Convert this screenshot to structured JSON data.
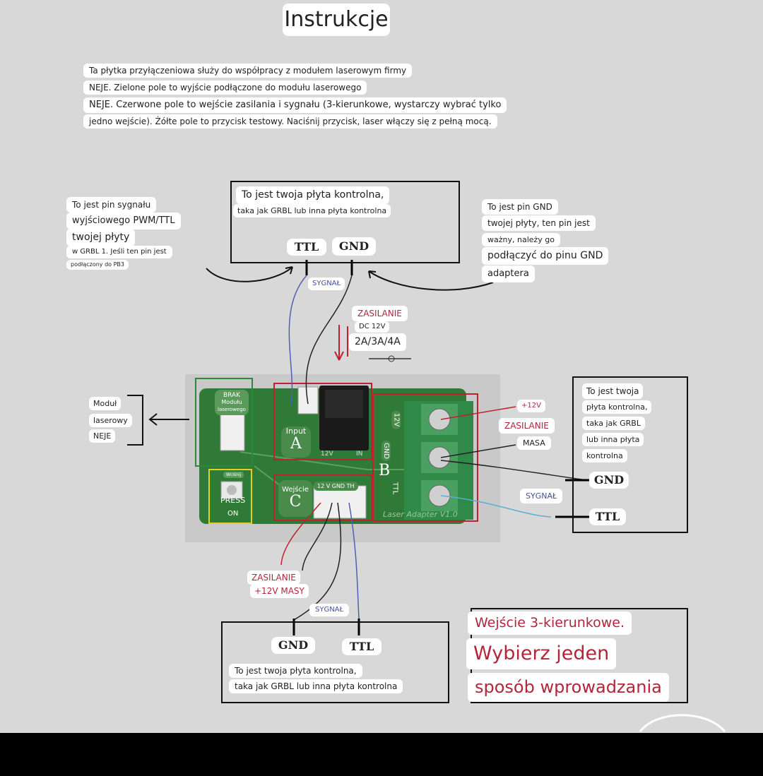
{
  "title": "Instrukcje",
  "intro_lines": [
    "Ta płytka przyłączeniowa służy do współpracy z modułem laserowym firmy",
    "NEJE. Zielone pole to wyjście podłączone do modułu laserowego",
    "NEJE. Czerwone pole to wejście zasilania i sygnału (3-kierunkowe, wystarczy wybrać tylko",
    "jedno wejście). Żółte pole to przycisk testowy. Naciśnij przycisk, laser włączy się z pełną mocą."
  ],
  "top_board": {
    "line1": "To jest twoja płyta kontrolna,",
    "line2": "taka jak GRBL lub inna płyta kontrolna",
    "ttl": "TTL",
    "gnd": "GND"
  },
  "left_note": [
    "To jest pin sygnału",
    "wyjściowego PWM/TTL",
    "twojej płyty",
    "w GRBL 1. Jeśli ten pin jest",
    "podłączony do PB3"
  ],
  "right_note": [
    "To jest pin GND",
    "twojej płyty, ten pin jest",
    "ważny, należy go",
    "podłączyć do pinu GND",
    "adaptera"
  ],
  "signal_label": "SYGNAŁ",
  "power": {
    "label": "ZASILANIE",
    "dc": "DC 12V",
    "amps": "2A/3A/4A"
  },
  "module_note": [
    "Moduł",
    "laserowy",
    "NEJE"
  ],
  "pcb": {
    "brak": "BRAK",
    "modulu": "Modułu",
    "laserowego": "laserowego",
    "input": "Input",
    "a": "A",
    "v12": "12V",
    "in": "IN",
    "b": "B",
    "gnd": "GND",
    "ttl": "TTL",
    "wejscie": "Wejście",
    "c": "C",
    "c_pins": "12 V GND TH",
    "wcisnij": "Wciśnij",
    "press": "PRESS",
    "on": "ON",
    "footer": "Laser Adapter V1.0"
  },
  "right_side": {
    "plus12": "+12V",
    "zasilanie": "ZASILANIE",
    "masa": "MASA",
    "sygnal": "SYGNAŁ",
    "gnd": "GND",
    "ttl": "TTL"
  },
  "right_board": [
    "To jest twoja",
    "płyta kontrolna,",
    "taka jak GRBL",
    "lub inna płyta",
    "kontrolna"
  ],
  "bottom_labels": {
    "zasilanie": "ZASILANIE",
    "masy": "+12V MASY",
    "sygnal": "SYGNAŁ"
  },
  "bottom_board": {
    "gnd": "GND",
    "ttl": "TTL",
    "line1": "To jest twoja płyta kontrolna,",
    "line2": "taka jak GRBL lub inna płyta kontrolna"
  },
  "three_way": [
    "Wejście 3-kierunkowe.",
    "Wybierz jeden",
    "sposób wprowadzania"
  ],
  "colors": {
    "pcb": "#2f7a36",
    "highlight_red": "#c02030",
    "highlight_green": "#2a8a3a",
    "highlight_yellow": "#e0d020",
    "wire_blue": "#5060b0",
    "wire_red": "#c02030"
  }
}
